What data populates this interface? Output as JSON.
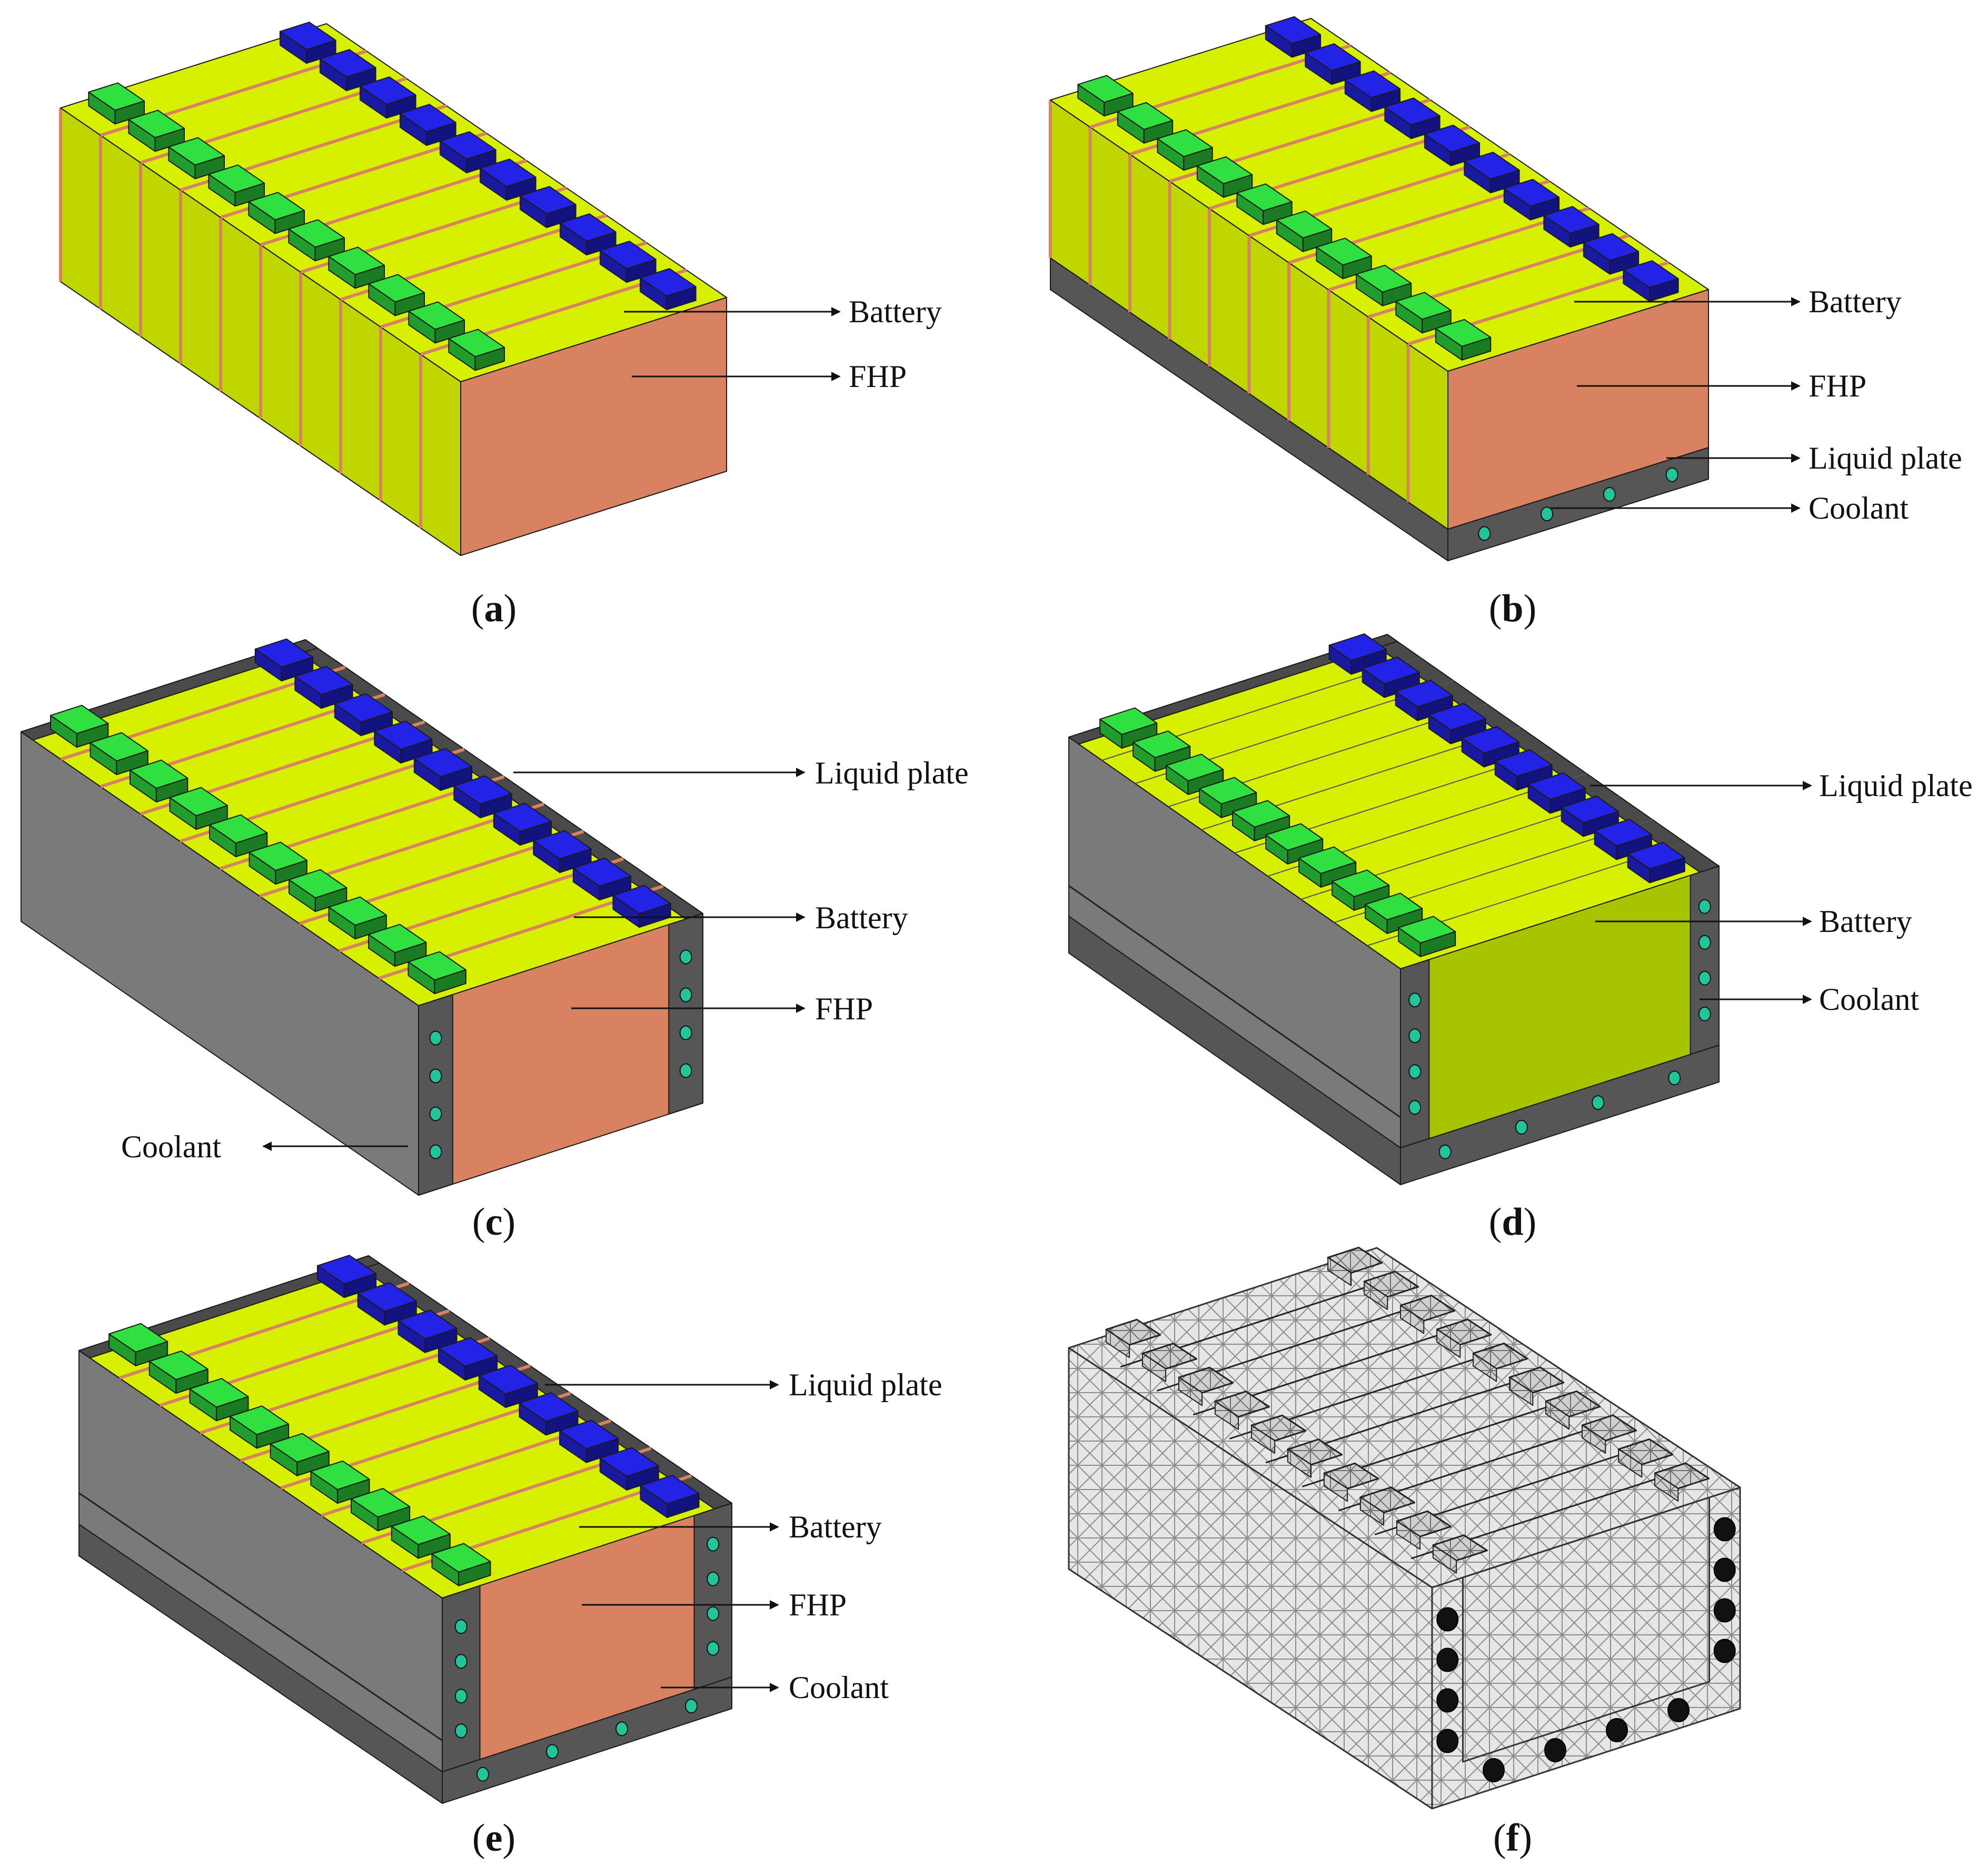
{
  "colors": {
    "battery": "#d6f000",
    "battery_side": "#bfd600",
    "fhp": "#d98262",
    "fhp_top": "#e8a07f",
    "terminal_pos": "#2fe040",
    "terminal_neg": "#2323e8",
    "plate_front": "#565656",
    "plate_side": "#7a7a7a",
    "plate_top": "#4a4a4a",
    "coolant": "#22c49a",
    "mesh": "#9e9e9e"
  },
  "panels": [
    {
      "id": "a",
      "caption": "a",
      "labels": [
        "Battery",
        "FHP"
      ]
    },
    {
      "id": "b",
      "caption": "b",
      "labels": [
        "Battery",
        "FHP",
        "Liquid plate",
        "Coolant"
      ]
    },
    {
      "id": "c",
      "caption": "c",
      "labels": [
        "Liquid plate",
        "Battery",
        "FHP",
        "Coolant"
      ]
    },
    {
      "id": "d",
      "caption": "d",
      "labels": [
        "Liquid plate",
        "Battery",
        "Coolant"
      ]
    },
    {
      "id": "e",
      "caption": "e",
      "labels": [
        "Liquid plate",
        "Battery",
        "FHP",
        "Coolant"
      ]
    },
    {
      "id": "f",
      "caption": "f",
      "labels": []
    }
  ]
}
